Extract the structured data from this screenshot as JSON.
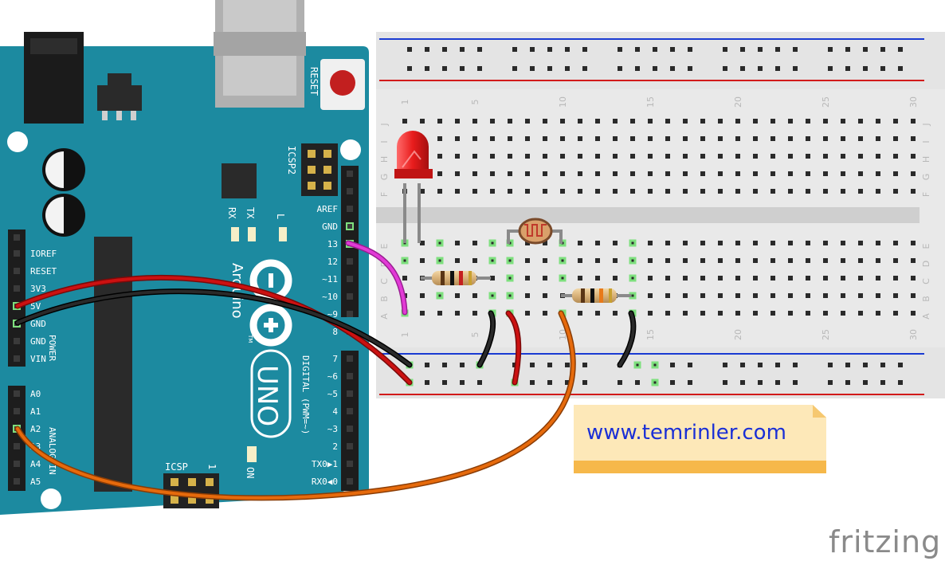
{
  "colors": {
    "board": "#1c8aa0",
    "board_dark": "#116d80",
    "breadboard": "#e9e9e9",
    "rail_red": "#d21a1a",
    "rail_blue": "#1a3bd2",
    "wire_red": "#cc1111",
    "wire_black": "#161616",
    "wire_pink": "#e23ad6",
    "wire_orange": "#e66a0c",
    "note_bg": "#fde8b8",
    "note_bar": "#f6b84a",
    "note_text": "#1a2fd6",
    "hole_green": "#7ee07e"
  },
  "arduino": {
    "reset_label": "RESET",
    "icsp2_label": "ICSP2",
    "icsp_label": "ICSP",
    "icsp_pin1": "1",
    "tx_label": "TX",
    "rx_label": "RX",
    "l_label": "L",
    "on_label": "ON",
    "brand": "Arduino",
    "tm": "TM",
    "model": "UNO",
    "digital_label": "DIGITAL (PWM=~)",
    "power_label": "POWER",
    "analog_label": "ANALOG IN",
    "top_header_pins": [
      "AREF",
      "GND",
      "13",
      "12",
      "~11",
      "~10",
      "~9",
      "8"
    ],
    "digital_pins": [
      "7",
      "~6",
      "~5",
      "4",
      "~3",
      "2",
      "TX0▶1",
      "RX0◀0"
    ],
    "power_pins": [
      "IOREF",
      "RESET",
      "3V3",
      "5V",
      "GND",
      "GND",
      "VIN"
    ],
    "analog_pins": [
      "A0",
      "A1",
      "A2",
      "A3",
      "A4",
      "A5"
    ]
  },
  "breadboard": {
    "column_numbers": [
      "1",
      "5",
      "10",
      "15",
      "20",
      "25",
      "30"
    ],
    "row_letters_top": [
      "J",
      "I",
      "H",
      "G",
      "F"
    ],
    "row_letters_bottom": [
      "E",
      "D",
      "C",
      "B",
      "A"
    ]
  },
  "note": {
    "text": "www.temrinler.com"
  },
  "logo": {
    "text": "fritzing"
  }
}
